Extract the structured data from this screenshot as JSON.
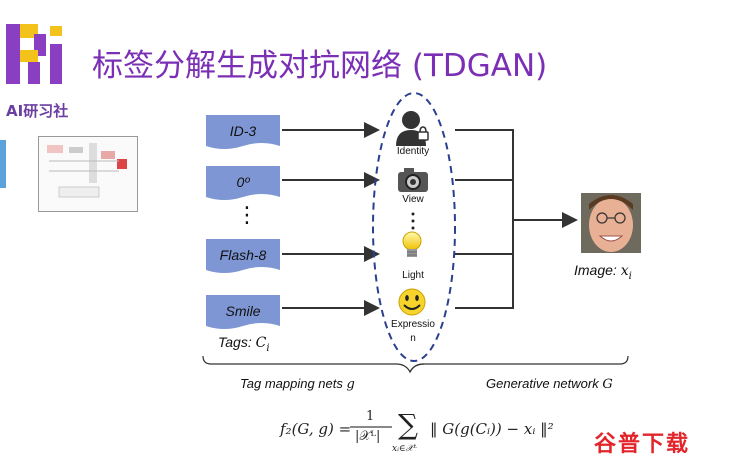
{
  "header": {
    "brand_text": "AI研习社",
    "title": "标签分解生成对抗网络 (TDGAN)"
  },
  "diagram": {
    "tags": [
      "ID-3",
      "0º",
      "Flash-8",
      "Smile"
    ],
    "vertical_dots": "⋮",
    "attributes": [
      "Identity",
      "View",
      "Light",
      "Expressio\nn"
    ],
    "tags_caption": "Tags: ",
    "tags_caption_math": "C",
    "tags_caption_sub": "i",
    "output_caption": "Image: ",
    "output_caption_math": "x",
    "output_caption_sub": "i",
    "left_brace_label": "Tag mapping nets ",
    "left_brace_label_math": "g",
    "right_brace_label": "Generative network ",
    "right_brace_label_math": "G"
  },
  "formula": {
    "lhs": "f₂(G, g) = ",
    "numerator": "1",
    "denominator": "|𝒳ᴸ|",
    "sum_symbol": "∑",
    "sum_sub": "xᵢ∈𝒳ᴸ",
    "body": "‖ G(g(Cᵢ)) − xᵢ ‖²"
  },
  "watermark": "谷普下载",
  "colors": {
    "title": "#7b2fb5",
    "tag_box": "#7e97d4",
    "ellipse": "#2b3f8f",
    "arrow": "#333333",
    "watermark": "#e2252b"
  }
}
